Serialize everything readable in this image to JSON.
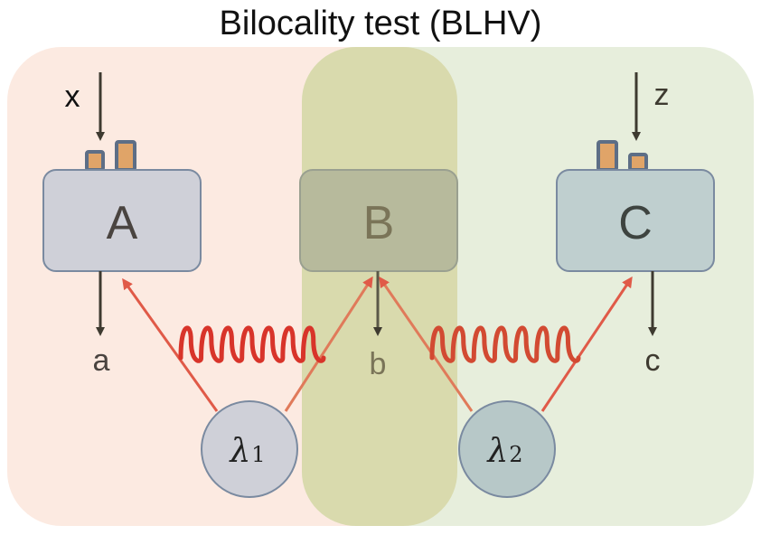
{
  "title": "Bilocality test (BLHV)",
  "nodes": {
    "A": {
      "label": "A",
      "input": "x",
      "output": "a"
    },
    "B": {
      "label": "B",
      "output": "b"
    },
    "C": {
      "label": "C",
      "input": "z",
      "output": "c"
    }
  },
  "sources": [
    {
      "symbol": "λ",
      "index": "1"
    },
    {
      "symbol": "λ",
      "index": "2"
    }
  ],
  "colors": {
    "left_region": "#fbe6dc",
    "right_region": "#e6eddb",
    "middle_region": "#cfcf9a",
    "box_fill": "#cfd0d8",
    "box_c_fill": "#bfcfcf",
    "box_stroke": "#7a8aa0",
    "source1_fill": "#cfd0d8",
    "source2_fill": "#b7c8c8",
    "wave_red": "#d8342a",
    "arrow_red": "#e05a48",
    "arrow_dark": "#3e3a30",
    "knob_fill": "#e0a468",
    "knob_stroke": "#5d6e86"
  }
}
